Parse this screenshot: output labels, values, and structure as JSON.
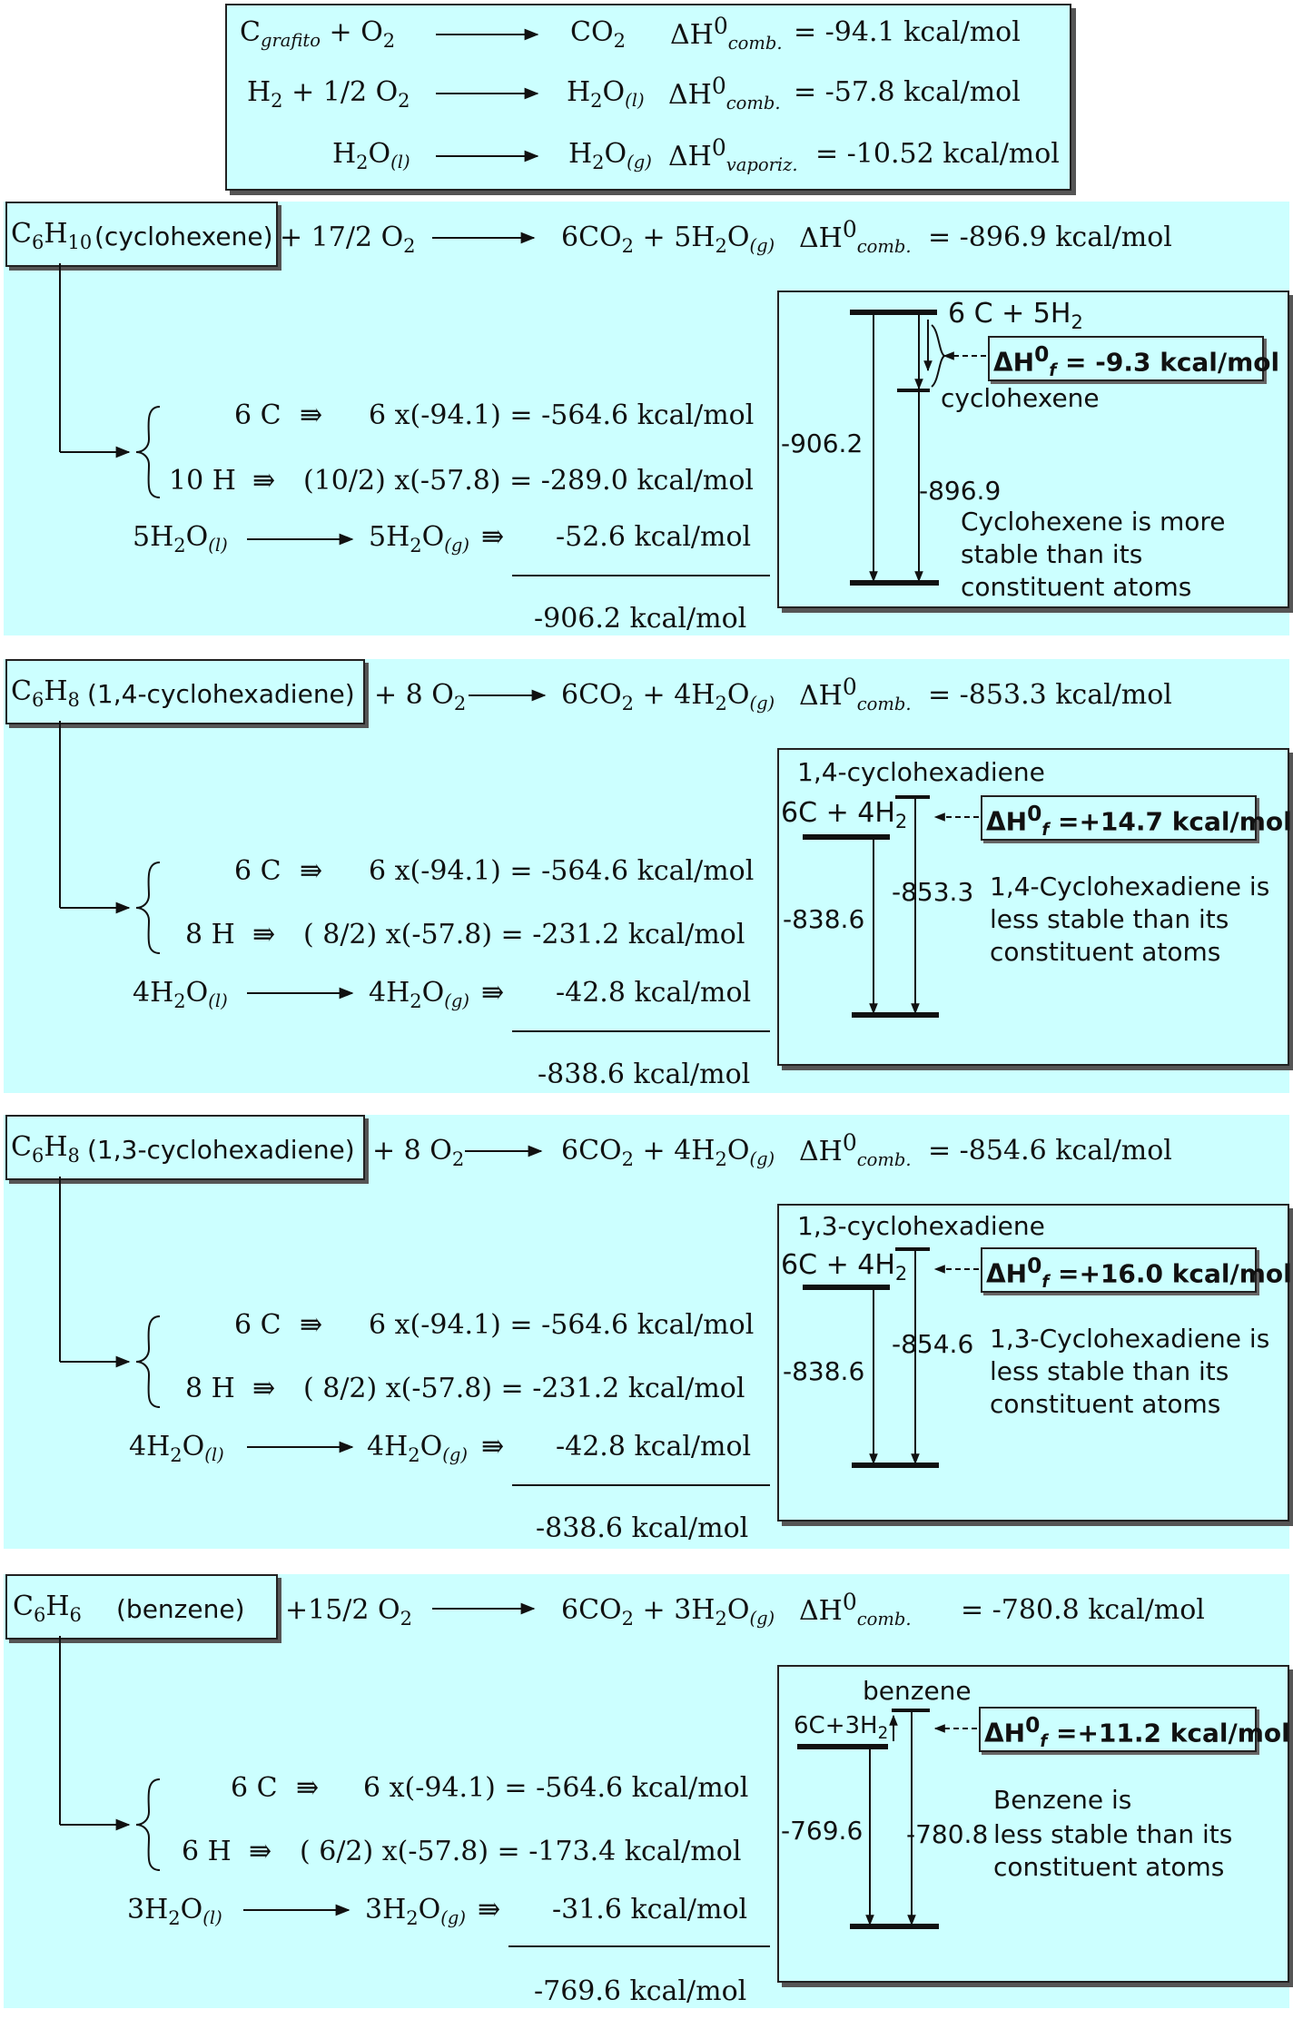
{
  "reference": {
    "r1": {
      "lhs": "Cgrafito + O2",
      "rhs": "CO2",
      "dh": "ΔH0comb.",
      "value": "= -94.1 kcal/mol"
    },
    "r2": {
      "lhs": "H2 + 1/2 O2",
      "rhs": "H2O(l)",
      "dh": "ΔH0comb.",
      "value": "= -57.8 kcal/mol"
    },
    "r3": {
      "lhs": "H2O(l)",
      "rhs": "H2O(g)",
      "dh": "ΔH0vaporiz.",
      "value": "= -10.52 kcal/mol"
    }
  },
  "sections": [
    {
      "formula": "C6H10",
      "name": "(cyclohexene)",
      "oxygen": "+ 17/2 O2",
      "products": "6CO2 + 5H2O(g)",
      "dh": "ΔH0comb.",
      "dh_value": "= -896.9 kcal/mol",
      "c_line": {
        "left": "6 C",
        "expr": "6 x(-94.1) = -564.6 kcal/mol"
      },
      "h_line": {
        "left": "10 H",
        "expr": "(10/2) x(-57.8) = -289.0 kcal/mol"
      },
      "w_line": {
        "left": "5H2O(l)",
        "right": "5H2O(g)",
        "expr": "-52.6 kcal/mol"
      },
      "total": "-906.2 kcal/mol",
      "diagram": {
        "top_label": "6 C + 5H2",
        "mid_label": "cyclohexene",
        "dhf": "ΔH0f = -9.3 kcal/mol",
        "left_value": "-906.2",
        "right_value": "-896.9",
        "note": [
          "Cyclohexene is more",
          "stable than its",
          "constituent atoms"
        ]
      }
    },
    {
      "formula": "C6H8",
      "name": "(1,4-cyclohexadiene)",
      "oxygen": "+ 8 O2",
      "products": "6CO2 + 4H2O(g)",
      "dh": "ΔH0comb.",
      "dh_value": "= -853.3 kcal/mol",
      "c_line": {
        "left": "6 C",
        "expr": "6 x(-94.1) = -564.6 kcal/mol"
      },
      "h_line": {
        "left": "8 H",
        "expr": "( 8/2) x(-57.8) = -231.2 kcal/mol"
      },
      "w_line": {
        "left": "4H2O(l)",
        "right": "4H2O(g)",
        "expr": "-42.8 kcal/mol"
      },
      "total": "-838.6 kcal/mol",
      "diagram": {
        "top_label": "1,4-cyclohexadiene",
        "mid_label": "6C + 4H2",
        "dhf": "ΔH0f =+14.7 kcal/mol",
        "left_value": "-838.6",
        "right_value": "-853.3",
        "note": [
          "1,4-Cyclohexadiene is",
          "less stable than its",
          "constituent atoms"
        ]
      }
    },
    {
      "formula": "C6H8",
      "name": "(1,3-cyclohexadiene)",
      "oxygen": "+ 8 O2",
      "products": "6CO2 + 4H2O(g)",
      "dh": "ΔH0comb.",
      "dh_value": "= -854.6 kcal/mol",
      "c_line": {
        "left": "6 C",
        "expr": "6 x(-94.1) = -564.6 kcal/mol"
      },
      "h_line": {
        "left": "8 H",
        "expr": "( 8/2) x(-57.8) = -231.2 kcal/mol"
      },
      "w_line": {
        "left": "4H2O(l)",
        "right": "4H2O(g)",
        "expr": "-42.8 kcal/mol"
      },
      "total": "-838.6 kcal/mol",
      "diagram": {
        "top_label": "1,3-cyclohexadiene",
        "mid_label": "6C + 4H2",
        "dhf": "ΔH0f =+16.0 kcal/mol",
        "left_value": "-838.6",
        "right_value": "-854.6",
        "note": [
          "1,3-Cyclohexadiene is",
          "less stable than its",
          "constituent atoms"
        ]
      }
    },
    {
      "formula": "C6H6",
      "name": "(benzene)",
      "oxygen": "+15/2 O2",
      "products": "6CO2 + 3H2O(g)",
      "dh": "ΔH0comb.",
      "dh_value": "= -780.8 kcal/mol",
      "c_line": {
        "left": "6 C",
        "expr": "6 x(-94.1) = -564.6 kcal/mol"
      },
      "h_line": {
        "left": "6 H",
        "expr": "( 6/2) x(-57.8) = -173.4 kcal/mol"
      },
      "w_line": {
        "left": "3H2O(l)",
        "right": "3H2O(g)",
        "expr": "-31.6 kcal/mol"
      },
      "total": "-769.6 kcal/mol",
      "diagram": {
        "top_label": "benzene",
        "mid_label": "6C+3H2",
        "dhf": "ΔH0f =+11.2 kcal/mol",
        "left_value": "-769.6",
        "right_value": "-780.8",
        "note": [
          "Benzene is",
          "less stable than its",
          "constituent atoms"
        ]
      }
    }
  ]
}
